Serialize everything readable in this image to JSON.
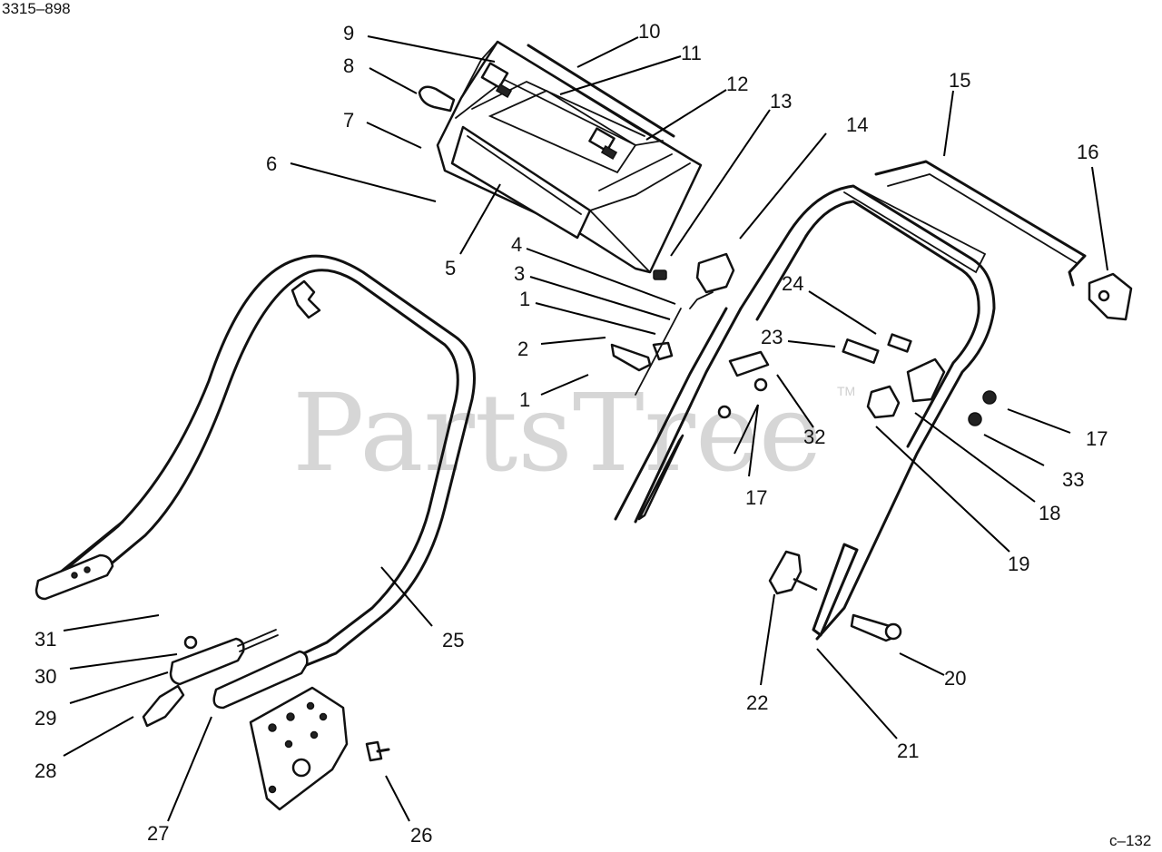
{
  "diagram_code": "3315–898",
  "page_code": "c–132",
  "watermark": "PartsTree",
  "watermark_tm": "TM",
  "labels": [
    {
      "id": "l9",
      "text": "9"
    },
    {
      "id": "l10",
      "text": "10"
    },
    {
      "id": "l11",
      "text": "11"
    },
    {
      "id": "l8",
      "text": "8"
    },
    {
      "id": "l12",
      "text": "12"
    },
    {
      "id": "l7",
      "text": "7"
    },
    {
      "id": "l13",
      "text": "13"
    },
    {
      "id": "l15",
      "text": "15"
    },
    {
      "id": "l14",
      "text": "14"
    },
    {
      "id": "l6",
      "text": "6"
    },
    {
      "id": "l16",
      "text": "16"
    },
    {
      "id": "l5",
      "text": "5"
    },
    {
      "id": "l4",
      "text": "4"
    },
    {
      "id": "l3",
      "text": "3"
    },
    {
      "id": "l24",
      "text": "24"
    },
    {
      "id": "l1a",
      "text": "1"
    },
    {
      "id": "l2",
      "text": "2"
    },
    {
      "id": "l23",
      "text": "23"
    },
    {
      "id": "l1b",
      "text": "1"
    },
    {
      "id": "l32",
      "text": "32"
    },
    {
      "id": "l17a",
      "text": "17"
    },
    {
      "id": "l33",
      "text": "33"
    },
    {
      "id": "l17b",
      "text": "17"
    },
    {
      "id": "l18",
      "text": "18"
    },
    {
      "id": "l19",
      "text": "19"
    },
    {
      "id": "l25",
      "text": "25"
    },
    {
      "id": "l31",
      "text": "31"
    },
    {
      "id": "l30",
      "text": "30"
    },
    {
      "id": "l20",
      "text": "20"
    },
    {
      "id": "l22",
      "text": "22"
    },
    {
      "id": "l29",
      "text": "29"
    },
    {
      "id": "l21",
      "text": "21"
    },
    {
      "id": "l28",
      "text": "28"
    },
    {
      "id": "l27",
      "text": "27"
    },
    {
      "id": "l26",
      "text": "26"
    }
  ]
}
